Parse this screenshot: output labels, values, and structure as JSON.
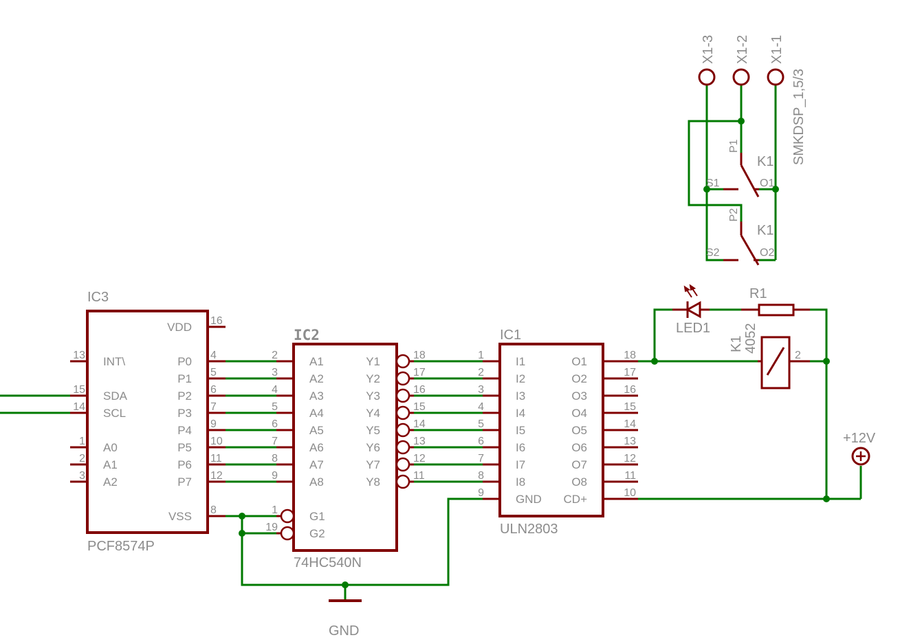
{
  "ic3": {
    "ref": "IC3",
    "part": "PCF8574P",
    "left_pins": [
      {
        "num": "13",
        "name": "INT\\"
      },
      {
        "num": "15",
        "name": "SDA"
      },
      {
        "num": "14",
        "name": "SCL"
      },
      {
        "num": "1",
        "name": "A0"
      },
      {
        "num": "2",
        "name": "A1"
      },
      {
        "num": "3",
        "name": "A2"
      }
    ],
    "right_pins": [
      {
        "num": "16",
        "name": "VDD"
      },
      {
        "num": "4",
        "name": "P0"
      },
      {
        "num": "5",
        "name": "P1"
      },
      {
        "num": "6",
        "name": "P2"
      },
      {
        "num": "7",
        "name": "P3"
      },
      {
        "num": "9",
        "name": "P4"
      },
      {
        "num": "10",
        "name": "P5"
      },
      {
        "num": "11",
        "name": "P6"
      },
      {
        "num": "12",
        "name": "P7"
      },
      {
        "num": "8",
        "name": "VSS"
      }
    ]
  },
  "ic2": {
    "ref": "IC2",
    "part": "74HC540N",
    "left_pins": [
      {
        "num": "2",
        "name": "A1"
      },
      {
        "num": "3",
        "name": "A2"
      },
      {
        "num": "4",
        "name": "A3"
      },
      {
        "num": "5",
        "name": "A4"
      },
      {
        "num": "6",
        "name": "A5"
      },
      {
        "num": "7",
        "name": "A6"
      },
      {
        "num": "8",
        "name": "A7"
      },
      {
        "num": "9",
        "name": "A8"
      },
      {
        "num": "1",
        "name": "G1"
      },
      {
        "num": "19",
        "name": "G2"
      }
    ],
    "right_pins": [
      {
        "num": "18",
        "name": "Y1"
      },
      {
        "num": "17",
        "name": "Y2"
      },
      {
        "num": "16",
        "name": "Y3"
      },
      {
        "num": "15",
        "name": "Y4"
      },
      {
        "num": "14",
        "name": "Y5"
      },
      {
        "num": "13",
        "name": "Y6"
      },
      {
        "num": "12",
        "name": "Y7"
      },
      {
        "num": "11",
        "name": "Y8"
      }
    ]
  },
  "ic1": {
    "ref": "IC1",
    "part": "ULN2803",
    "left_pins": [
      {
        "num": "1",
        "name": "I1"
      },
      {
        "num": "2",
        "name": "I2"
      },
      {
        "num": "3",
        "name": "I3"
      },
      {
        "num": "4",
        "name": "I4"
      },
      {
        "num": "5",
        "name": "I5"
      },
      {
        "num": "6",
        "name": "I6"
      },
      {
        "num": "7",
        "name": "I7"
      },
      {
        "num": "8",
        "name": "I8"
      },
      {
        "num": "9",
        "name": "GND"
      }
    ],
    "right_pins": [
      {
        "num": "18",
        "name": "O1"
      },
      {
        "num": "17",
        "name": "O2"
      },
      {
        "num": "16",
        "name": "O3"
      },
      {
        "num": "15",
        "name": "O4"
      },
      {
        "num": "14",
        "name": "O5"
      },
      {
        "num": "13",
        "name": "O6"
      },
      {
        "num": "12",
        "name": "O7"
      },
      {
        "num": "11",
        "name": "O8"
      },
      {
        "num": "10",
        "name": "CD+"
      }
    ]
  },
  "relay": {
    "coil_ref": "K1",
    "coil_part": "4052",
    "coil_pin2": "2",
    "contact1": {
      "ref": "K1",
      "p": "P1",
      "s": "S1",
      "o": "O1"
    },
    "contact2": {
      "ref": "K1",
      "p": "P2",
      "s": "S2",
      "o": "O2"
    }
  },
  "connector": {
    "part": "SMKDSP_1,5/3",
    "pins": [
      "X1-3",
      "X1-2",
      "X1-1"
    ]
  },
  "led": {
    "ref": "LED1"
  },
  "resistor": {
    "ref": "R1"
  },
  "supply": {
    "label": "+12V"
  },
  "ground": {
    "label": "GND"
  },
  "colors": {
    "component": "#800000",
    "wire": "#007a00",
    "text": "#8c8c8c"
  }
}
